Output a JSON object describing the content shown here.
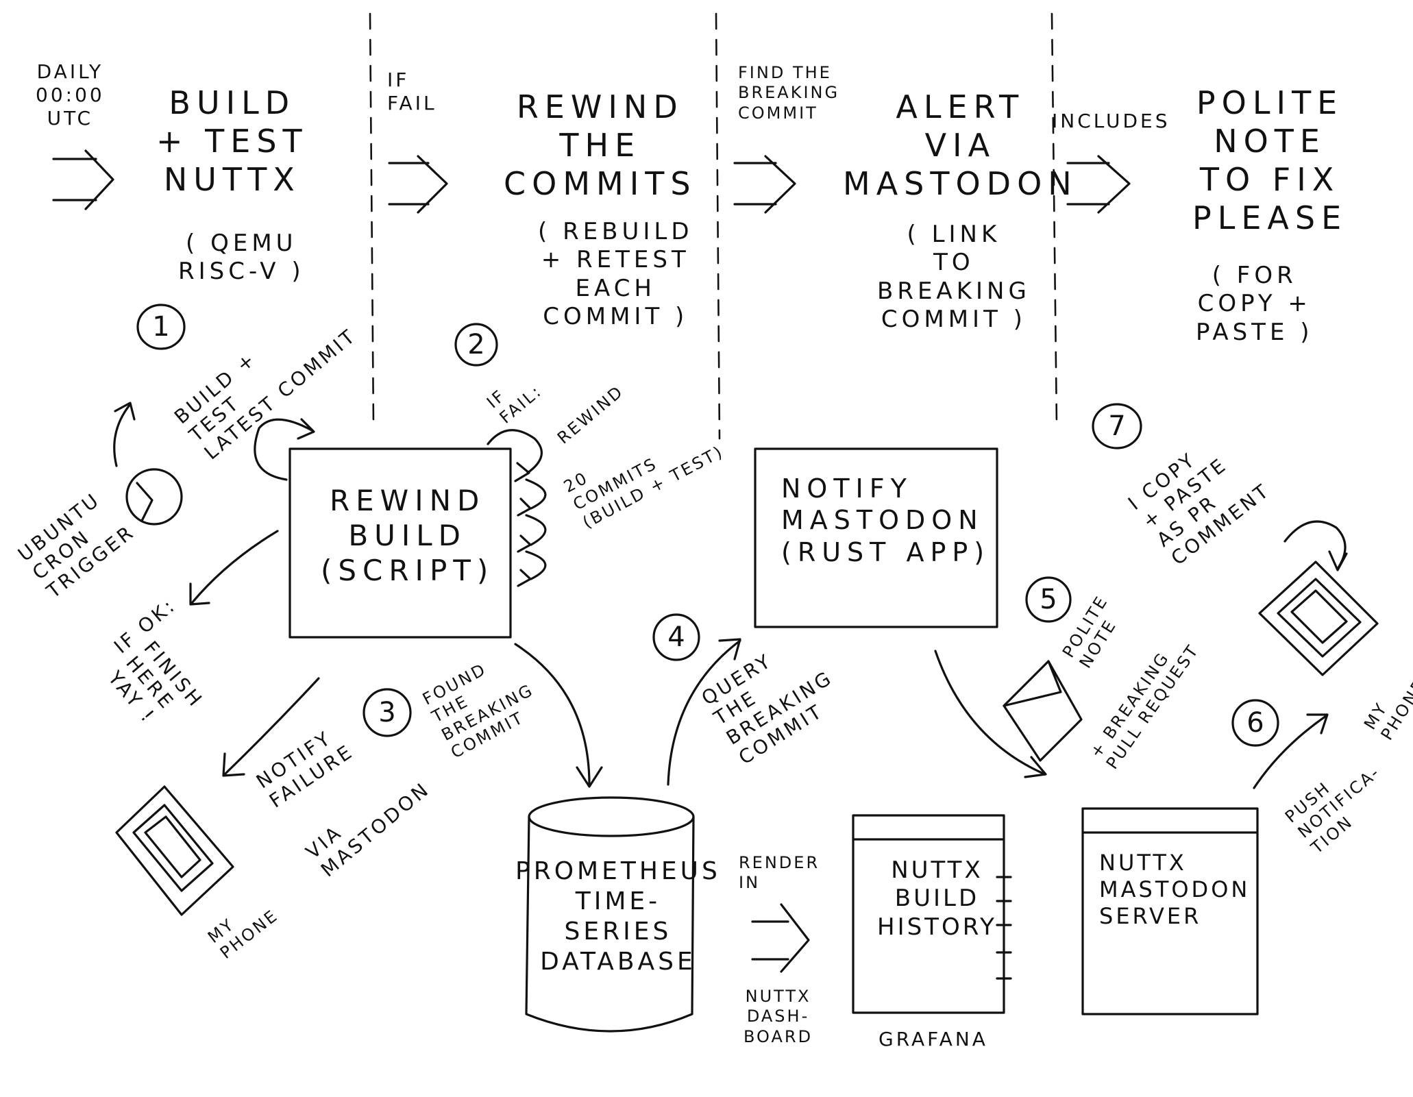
{
  "top_row": {
    "trigger_label": "DAILY\n00:00\nUTC",
    "stage1_title": "BUILD\n+ TEST\nNUTTX",
    "stage1_sub": "( QEMU\nRISC-V )",
    "if_fail": "IF\nFAIL",
    "stage2_title": "REWIND\nTHE\nCOMMITS",
    "stage2_sub": "( REBUILD\n+ RETEST\nEACH\nCOMMIT )",
    "find_breaking": "FIND THE\nBREAKING\nCOMMIT",
    "stage3_title": "ALERT\nVIA\nMASTODON",
    "stage3_sub": "( LINK\nTO\nBREAKING\nCOMMIT )",
    "includes": "INCLUDES",
    "stage4_title": "POLITE\nNOTE\nTO FIX\nPLEASE",
    "stage4_sub": "( FOR\nCOPY +\nPASTE )"
  },
  "bottom_row": {
    "step_numbers": [
      "1",
      "2",
      "3",
      "4",
      "5",
      "6",
      "7"
    ],
    "build_latest": "BUILD +\nTEST\nLATEST COMMIT",
    "ubuntu_cron": "UBUNTU\nCRON\nTRIGGER",
    "rewind_build": "REWIND\nBUILD\n(SCRIPT)",
    "if_fail_rewind": "IF\nFAIL:",
    "rewind_word": "REWIND",
    "twenty_commits": "20\nCOMMITS\n(BUILD + TEST)",
    "if_ok": "IF OK:",
    "finish_here": "FINISH\nHERE\nYAY !",
    "found_breaking": "FOUND\nTHE\nBREAKING\nCOMMIT",
    "notify_failure": "NOTIFY\nFAILURE",
    "via_mastodon": "VIA\nMASTODON",
    "my_phone_left": "MY\nPHONE",
    "prometheus": "PROMETHEUS\nTIME-\nSERIES\nDATABASE",
    "query_breaking": "QUERY\nTHE\nBREAKING\nCOMMIT",
    "render_in": "RENDER\nIN",
    "nuttx_dashboard": "NUTTX\nDASH-\nBOARD",
    "build_history": "NUTTX\nBUILD\nHISTORY",
    "grafana": "GRAFANA",
    "notify_mastodon": "NOTIFY\nMASTODON\n(RUST APP)",
    "polite_note": "POLITE\nNOTE",
    "breaking_pr": "+ BREAKING\nPULL REQUEST",
    "mastodon_server": "NUTTX\nMASTODON\nSERVER",
    "push_notification": "PUSH\nNOTIFICA-\nTION",
    "copy_paste_pr": "I COPY\n+ PASTE\nAS PR\nCOMMENT",
    "my_phone_right": "MY\nPHONE"
  }
}
